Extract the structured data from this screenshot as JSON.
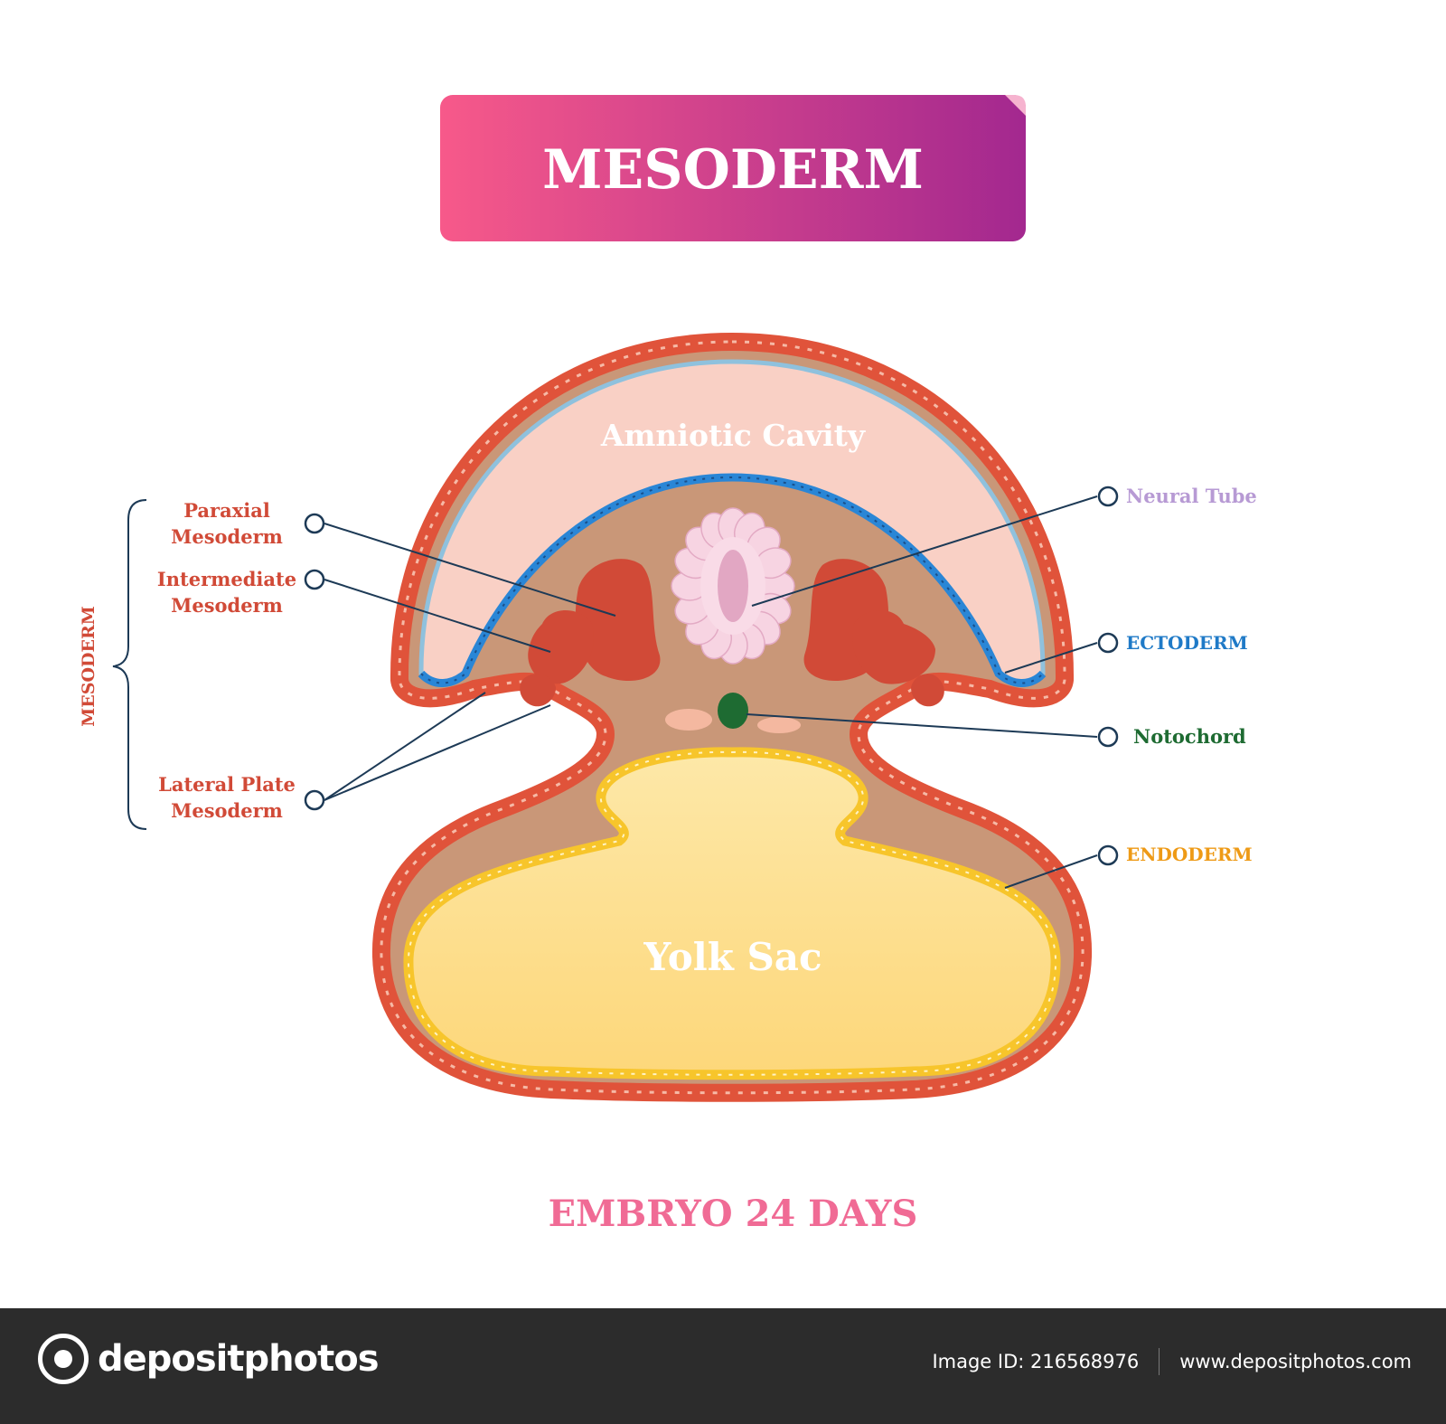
{
  "title": "MESODERM",
  "subtitle": "EMBRYO 24 DAYS",
  "regions": {
    "amniotic_cavity": "Amniotic Cavity",
    "yolk_sac": "Yolk Sac"
  },
  "labels_left": {
    "bracket_label": "MESODERM",
    "paraxial": [
      "Paraxial",
      "Mesoderm"
    ],
    "intermediate": [
      "Intermediate",
      "Mesoderm"
    ],
    "lateral_plate": [
      "Lateral Plate",
      "Mesoderm"
    ]
  },
  "labels_right": {
    "neural_tube": "Neural Tube",
    "ectoderm": "ECTODERM",
    "notochord": "Notochord",
    "endoderm": "ENDODERM"
  },
  "colors": {
    "title_gradient_start": "#f7598a",
    "title_gradient_end": "#a3288f",
    "mesoderm": "#d14a37",
    "outer_layer": "#e0533a",
    "tissue": "#c99778",
    "amnion_fill": "#f9d0c5",
    "ectoderm": "#1f7ac7",
    "ectoderm_light": "#8fc1dd",
    "neural_tube": "#b79ad4",
    "notochord": "#1e6b32",
    "endoderm": "#ee9a16",
    "yolk_fill": "#fde095",
    "yolk_border": "#f7c52b",
    "subtitle": "#f06b95",
    "leader_line": "#1d3a56"
  },
  "footer": {
    "brand": "depositphotos",
    "image_id": "Image ID: 216568976",
    "site": "www.depositphotos.com"
  }
}
